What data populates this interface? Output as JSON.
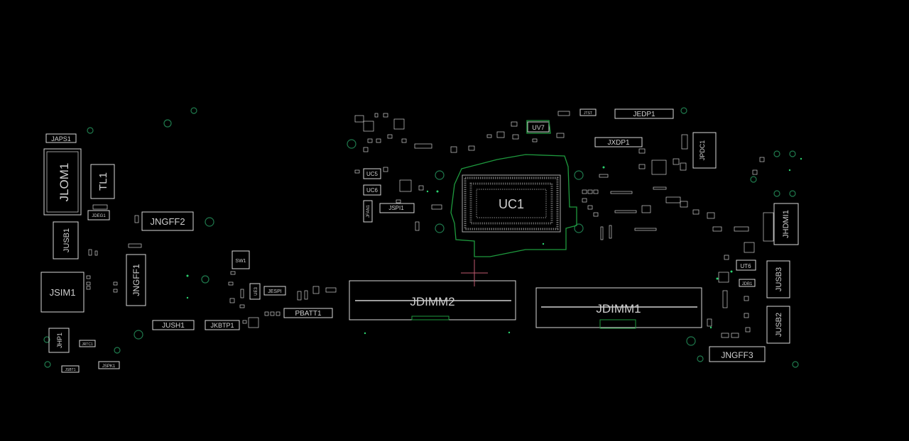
{
  "view": {
    "background": "#000000",
    "outline_color": "#d9d9d9",
    "trace_color": "#1e9a3e",
    "mounting_hole_color": "#1f7a4d",
    "cursor_color": "#c05a70"
  },
  "components": {
    "JAPS1": "JAPS1",
    "JLOM1": "JLOM1",
    "TL1": "TL1",
    "JDEG1": "JDEG1",
    "JUSB1": "JUSB1",
    "JSIM1": "JSIM1",
    "JHP1": "JHP1",
    "JRTC1": "JRTC1",
    "JSBT": "JSBT1",
    "JSPK1": "JSPK1",
    "JNGFF2": "JNGFF2",
    "JNGFF1": "JNGFF1",
    "JUSH1": "JUSH1",
    "JKBTP1": "JKBTP1",
    "SW1": "SW1",
    "UE3": "UE3",
    "JESPI": "JESPI",
    "PBATT1": "PBATT1",
    "UC5": "UC5",
    "UC6": "UC6",
    "JSPI1": "JSPI1",
    "JFAN1": "JFAN1",
    "UV7": "UV7",
    "UC1": "UC1",
    "JDIMM2": "JDIMM2",
    "JDIMM1": "JDIMM1",
    "JTST": "JTST",
    "JEDP1": "JEDP1",
    "JXDP1": "JXDP1",
    "JPDC1": "JPDC1",
    "JHDMI1": "JHDMI1",
    "UT6": "UT6",
    "JDB1": "JDB1",
    "JUSB3": "JUSB3",
    "JUSB2": "JUSB2",
    "JNGFF3": "JNGFF3"
  }
}
